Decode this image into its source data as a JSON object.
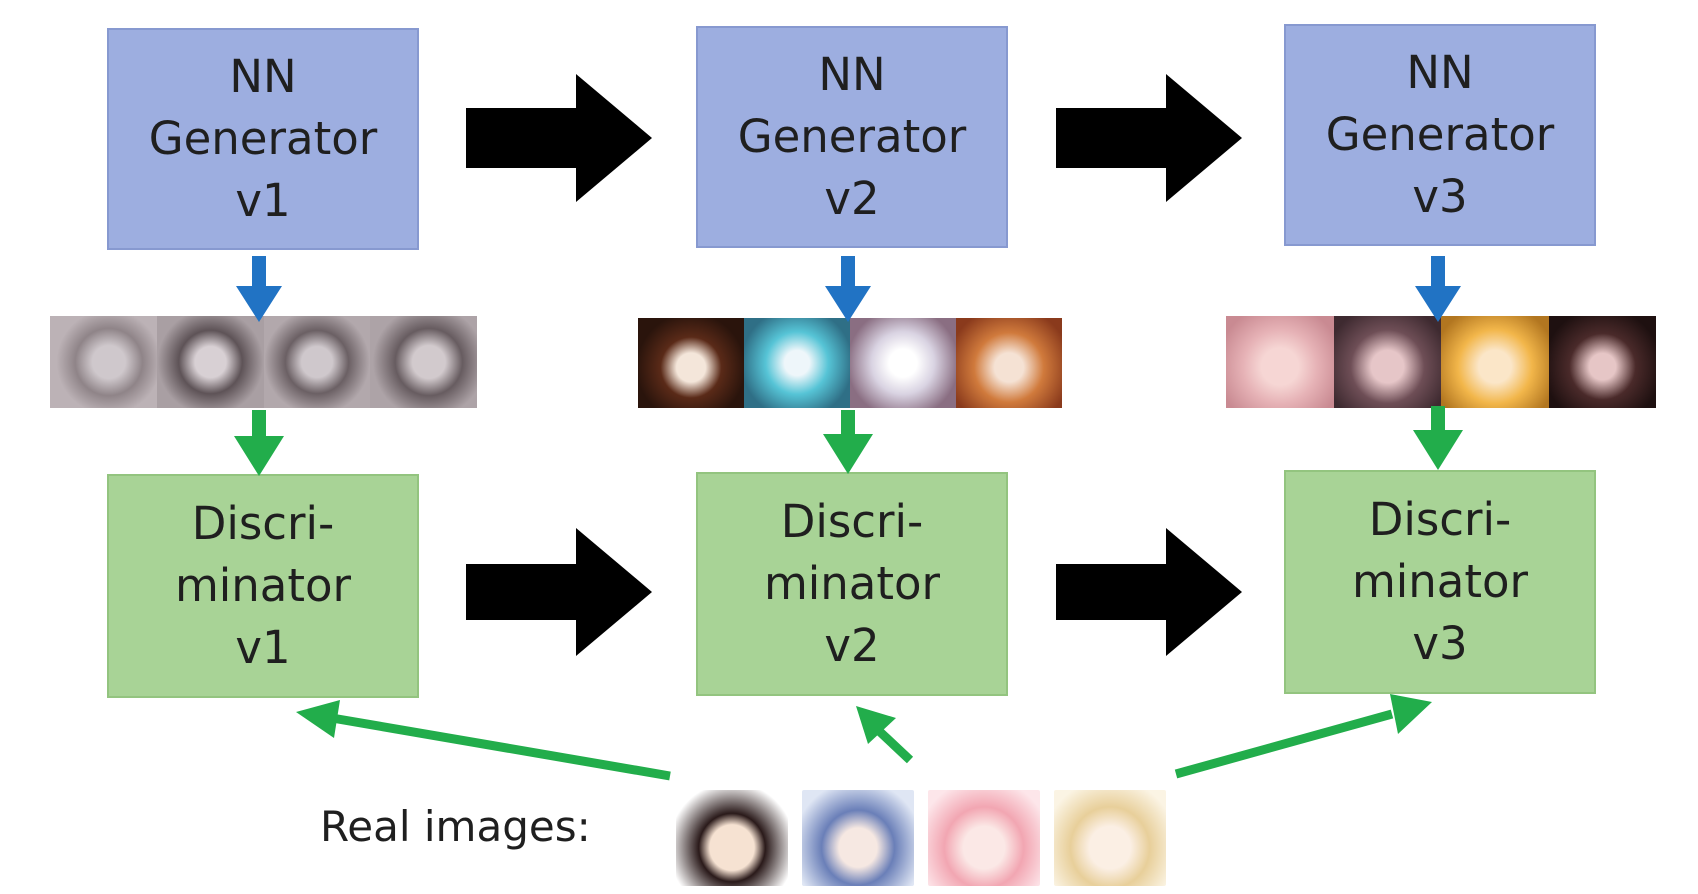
{
  "generators": [
    {
      "line1": "NN",
      "line2": "Generator",
      "line3": "v1"
    },
    {
      "line1": "NN",
      "line2": "Generator",
      "line3": "v2"
    },
    {
      "line1": "NN",
      "line2": "Generator",
      "line3": "v3"
    }
  ],
  "discriminators": [
    {
      "line1": "Discri-",
      "line2": "minator",
      "line3": "v1"
    },
    {
      "line1": "Discri-",
      "line2": "minator",
      "line3": "v2"
    },
    {
      "line1": "Discri-",
      "line2": "minator",
      "line3": "v3"
    }
  ],
  "real_images": {
    "label": "Real images:"
  },
  "colors": {
    "generator_fill": "#9daee0",
    "discriminator_fill": "#a8d396",
    "blue_arrow": "#2173c4",
    "green_arrow": "#22ad4b",
    "progress_arrow": "#000000"
  }
}
